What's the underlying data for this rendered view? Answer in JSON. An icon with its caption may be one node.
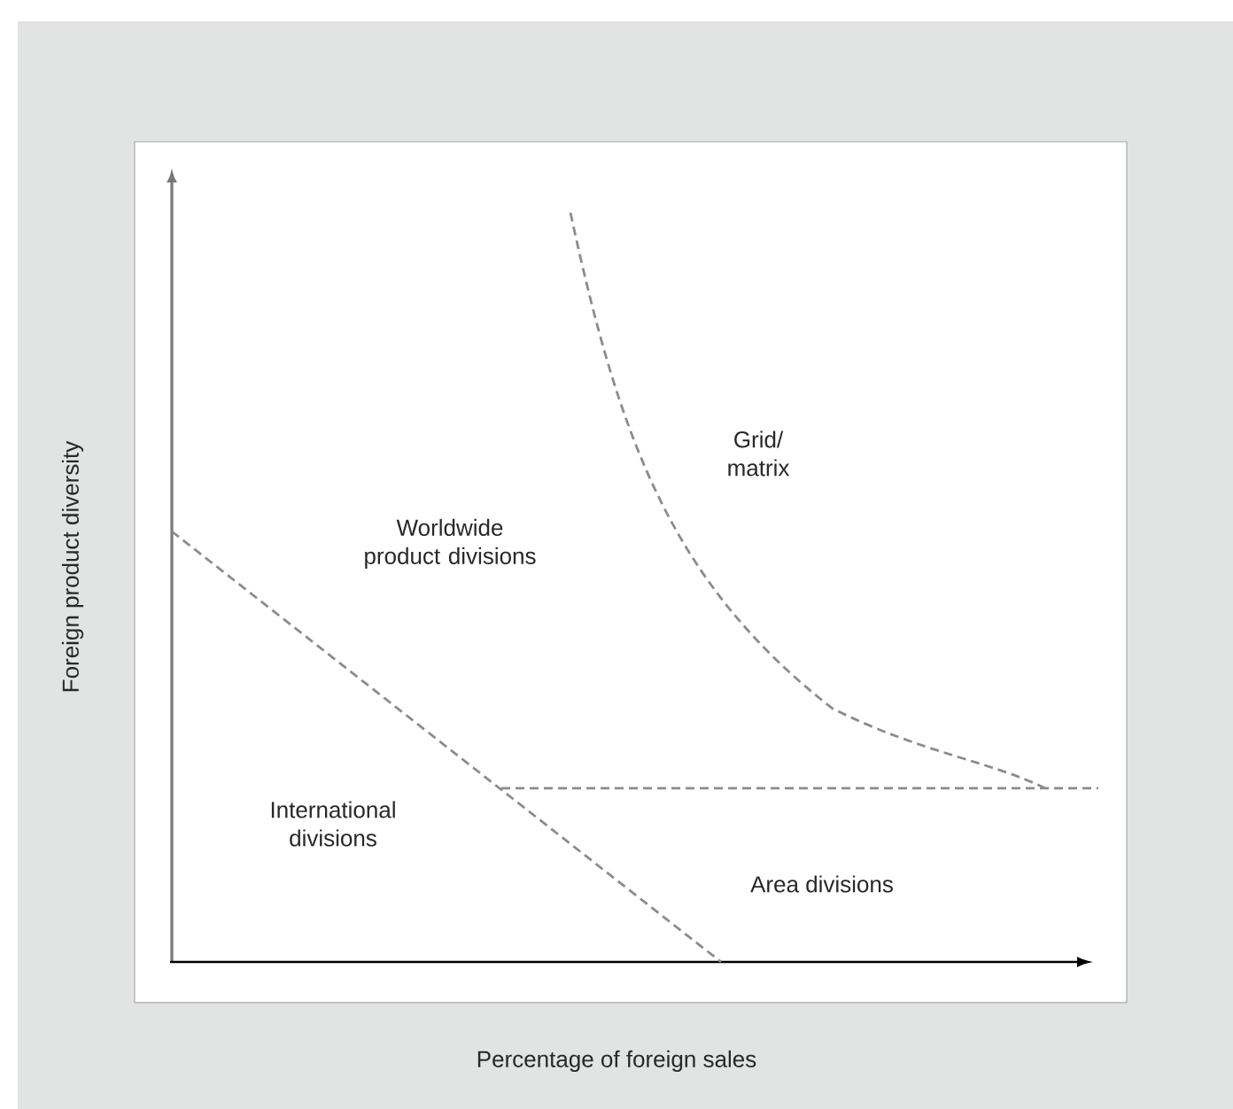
{
  "diagram": {
    "labels": [
      "Grid/ matrix",
      "Worldwide product divisions",
      "International divisions",
      "Area divisions",
      "Foreign product diversity",
      "Percentage of foreign sales"
    ]
  }
}
